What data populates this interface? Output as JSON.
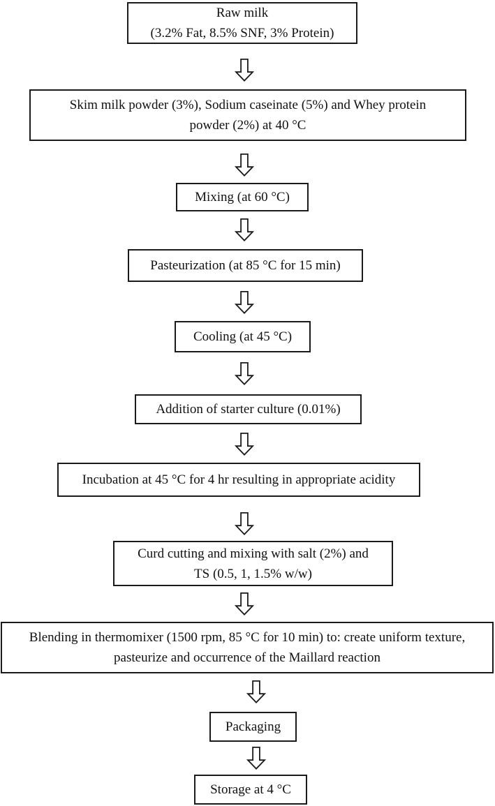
{
  "figure": {
    "type": "flowchart",
    "title": "Processed cheese / fermented dairy production process flow",
    "colors": {
      "background": "#ffffff",
      "line": "#1a1a1a",
      "text": "#111111"
    },
    "arrow": {
      "glyph": "hollow-down-arrow",
      "count": 10
    },
    "steps": [
      {
        "id": "raw-milk",
        "lines": [
          "Raw milk",
          "(3.2% Fat, 8.5% SNF, 3% Protein)"
        ]
      },
      {
        "id": "dry-ingredients",
        "lines": [
          "Skim milk powder (3%), Sodium caseinate (5%) and Whey protein",
          "powder (2%) at 40 °C"
        ]
      },
      {
        "id": "mixing",
        "lines": [
          "Mixing (at 60 °C)"
        ]
      },
      {
        "id": "pasteurization",
        "lines": [
          "Pasteurization (at 85 °C for 15 min)"
        ]
      },
      {
        "id": "cooling",
        "lines": [
          "Cooling (at 45 °C)"
        ]
      },
      {
        "id": "starter-culture",
        "lines": [
          "Addition of starter culture (0.01%)"
        ]
      },
      {
        "id": "incubation",
        "lines": [
          "Incubation at 45 °C for 4 hr resulting in appropriate acidity"
        ]
      },
      {
        "id": "curd-cutting",
        "lines": [
          "Curd cutting and mixing with salt (2%) and",
          "TS (0.5, 1, 1.5% w/w)"
        ]
      },
      {
        "id": "blending",
        "lines": [
          "Blending in thermomixer (1500 rpm, 85 °C for 10 min) to: create uniform texture,",
          "pasteurize and occurrence of the Maillard reaction"
        ]
      },
      {
        "id": "packaging",
        "lines": [
          "Packaging"
        ]
      },
      {
        "id": "storage",
        "lines": [
          "Storage at 4 °C"
        ]
      }
    ]
  }
}
